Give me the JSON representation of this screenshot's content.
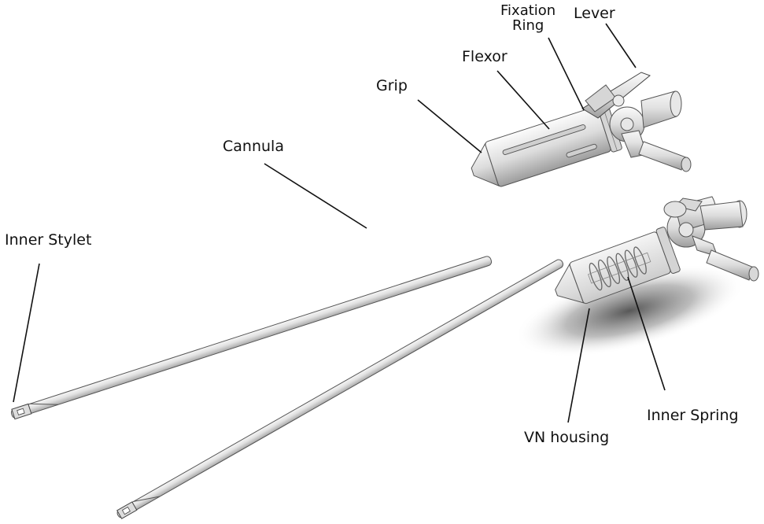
{
  "labels": {
    "fixation_line1": "Fixation",
    "fixation_line2": "Ring",
    "lever": "Lever",
    "flexor": "Flexor",
    "grip": "Grip",
    "cannula": "Cannula",
    "inner_stylet": "Inner Stylet",
    "inner_spring": "Inner Spring",
    "vn_housing": "VN housing"
  }
}
